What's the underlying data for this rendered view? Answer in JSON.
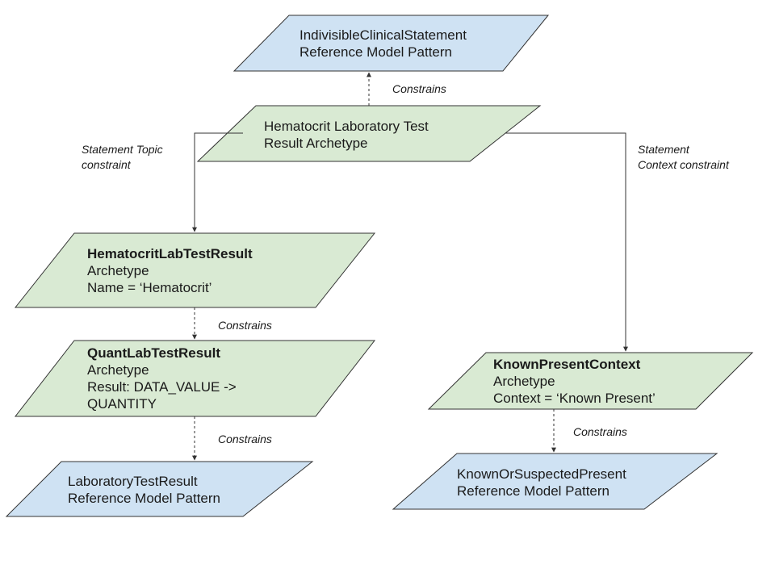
{
  "nodes": {
    "indivisible": {
      "line1": "IndivisibleClinicalStatement",
      "line2": "Reference Model Pattern",
      "fill": "#cfe2f3"
    },
    "hematocrit_test": {
      "line1": "Hematocrit Laboratory Test",
      "line2": "Result Archetype",
      "fill": "#d9ead3"
    },
    "hematocrit_lab": {
      "title": "HematocritLabTestResult",
      "line2": "Archetype",
      "line3": "Name = ‘Hematocrit’",
      "fill": "#d9ead3"
    },
    "quant_lab": {
      "title": "QuantLabTestResult",
      "line2": "Archetype",
      "line3": "Result: DATA_VALUE ->",
      "line4": "QUANTITY",
      "fill": "#d9ead3"
    },
    "lab_result": {
      "line1": "LaboratoryTestResult",
      "line2": "Reference Model Pattern",
      "fill": "#cfe2f3"
    },
    "known_present": {
      "title": "KnownPresentContext",
      "line2": "Archetype",
      "line3": "Context = ‘Known Present’",
      "fill": "#d9ead3"
    },
    "known_suspected": {
      "line1": "KnownOrSuspectedPresent",
      "line2": "Reference Model Pattern",
      "fill": "#cfe2f3"
    }
  },
  "edges": {
    "constrains_top": "Constrains",
    "topic_line1": "Statement Topic",
    "topic_line2": "constraint",
    "context_line1": "Statement",
    "context_line2": "Context constraint",
    "constrains_hem": "Constrains",
    "constrains_quant": "Constrains",
    "constrains_known": "Constrains"
  },
  "colors": {
    "stroke": "#333333"
  }
}
